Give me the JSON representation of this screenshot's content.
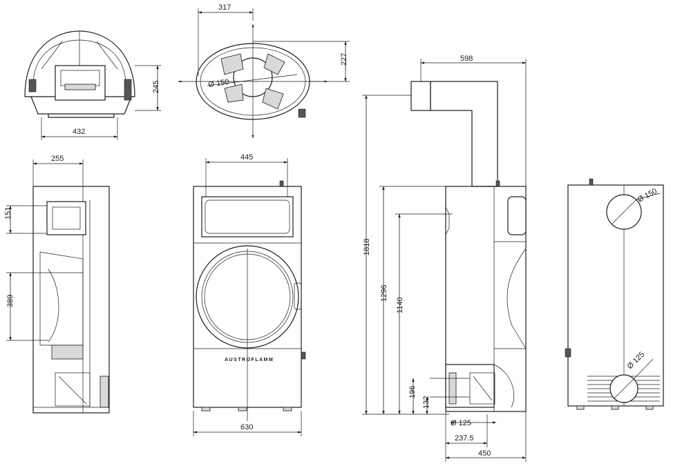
{
  "brand": "AUSTROFLAMM",
  "dimensions": {
    "top_width": "432",
    "top_depth": "245",
    "top_outlet_offset": "317",
    "top_outlet_depth": "227",
    "top_diameter": "Ø 150",
    "side_offset": "255",
    "side_outlet_height": "151",
    "side_lower_height": "389",
    "front_inner_width": "445",
    "front_total_width": "630",
    "right_flue_width": "598",
    "right_total_height": "1818",
    "right_flue_height": "1296",
    "right_outlet_height": "1140",
    "right_air_height": "196",
    "right_air_low": "132",
    "right_air_diameter": "Ø 125",
    "right_air_offset": "237.5",
    "right_depth": "450",
    "back_diameter_top": "Ø 150",
    "back_diameter_bottom": "Ø 125"
  }
}
